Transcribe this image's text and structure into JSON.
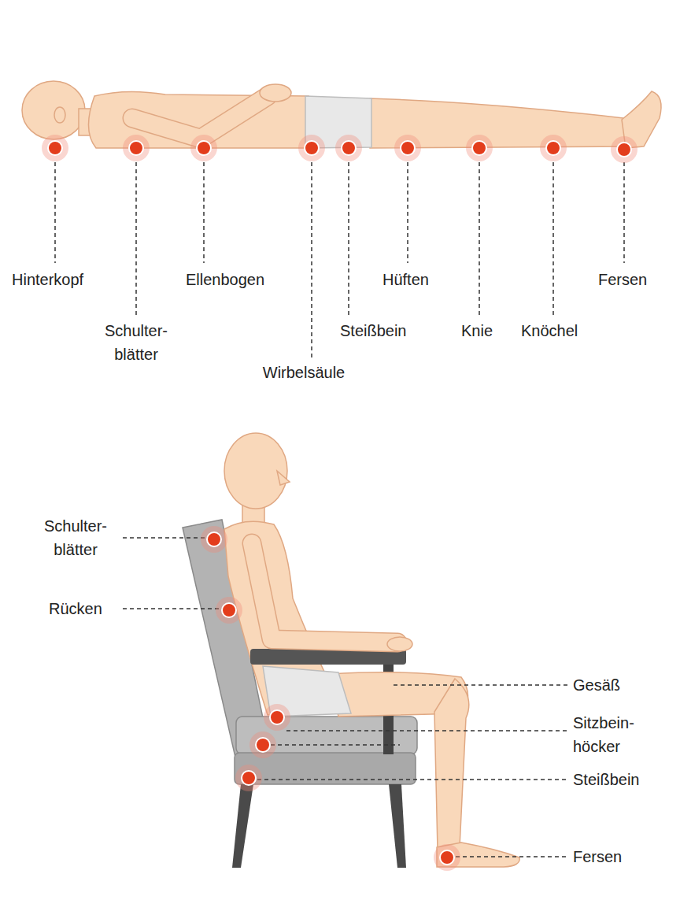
{
  "diagram": {
    "labels": [
      "Hinterkopf",
      "Schulter- blätter",
      "Ellenbogen",
      "Wirbelsäule",
      "Steißbein",
      "Hüften",
      "Knie",
      "Knöchel",
      "Fersen",
      "Schulter- blätter",
      "Rücken",
      "Gesäß",
      "Sitzbein- höcker",
      "Steißbein",
      "Fersen"
    ]
  }
}
